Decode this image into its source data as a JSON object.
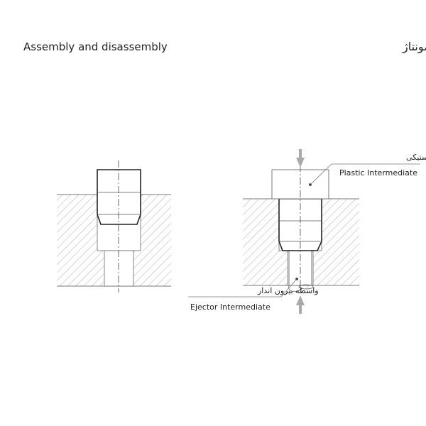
{
  "title_en": "Assembly and disassembly",
  "title_fa": "نحوه مونتاژ و دمونتاژ",
  "labels": {
    "plastic_fa": "واسطه پلاستیکی",
    "plastic_en": "Plastic Intermediate",
    "ejector_fa": "واسطه بیرون انداز",
    "ejector_en": "Ejector Intermediate"
  },
  "colors": {
    "line": "#333333",
    "hatch": "#888888",
    "arrow": "#aaaaaa"
  }
}
